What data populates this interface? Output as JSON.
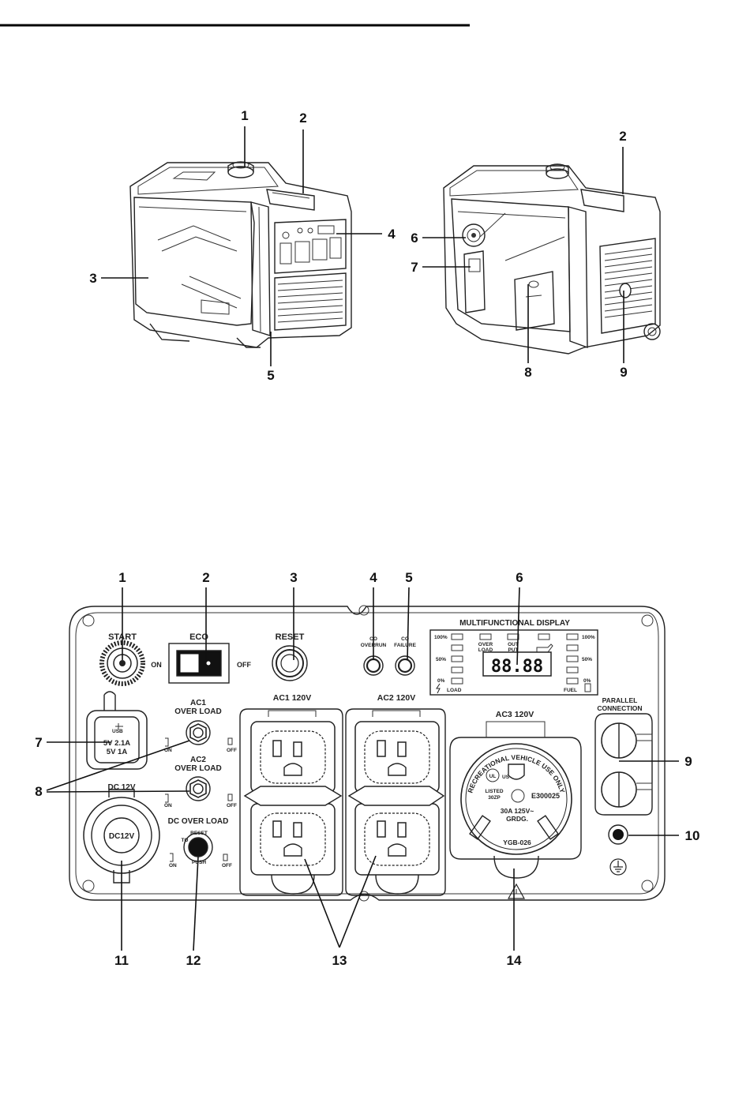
{
  "generator_views": {
    "front_callouts": [
      "1",
      "2",
      "3",
      "4",
      "5"
    ],
    "rear_callouts": [
      "2",
      "6",
      "7",
      "8",
      "9"
    ]
  },
  "panel": {
    "callouts": [
      "1",
      "2",
      "3",
      "4",
      "5",
      "6",
      "7",
      "8",
      "9",
      "10",
      "11",
      "12",
      "13",
      "14"
    ],
    "start_label": "START",
    "eco_label": "ECO",
    "eco_on": "ON",
    "eco_off": "OFF",
    "reset_label": "RESET",
    "co_overrun": [
      "CO",
      "OVERRUN"
    ],
    "co_failure": [
      "CO",
      "FAILURE"
    ],
    "display_title": "MULTIFUNCTIONAL DISPLAY",
    "load_pcts": [
      "100%",
      "50%",
      "0%"
    ],
    "fuel_pcts": [
      "100%",
      "50%",
      "0%"
    ],
    "load_label": "LOAD",
    "fuel_label": "FUEL",
    "over_load": [
      "OVER",
      "LOAD"
    ],
    "out_put": [
      "OUT",
      "PUT"
    ],
    "segment_readout": "88.88",
    "usb_label": "USB",
    "usb_ratings": [
      "5V 2.1A",
      "5V 1A"
    ],
    "ac1_overload": [
      "AC1",
      "OVER LOAD"
    ],
    "ac2_overload": [
      "AC2",
      "OVER LOAD"
    ],
    "switch_on": "ON",
    "switch_off": "OFF",
    "dc_label": "DC 12V",
    "dc_socket": "DC12V",
    "dc_overload": "DC OVER LOAD",
    "dc_reset_ring": [
      "RESET",
      "TO",
      "PUSH"
    ],
    "ac1_label": "AC1 120V",
    "ac2_label": "AC2 120V",
    "ac3_label": "AC3 120V",
    "rv_arc_text": "RECREATIONAL VEHICLE USE ONLY",
    "ul_mark": "UL",
    "ul_us": "US",
    "ul_listed": [
      "LISTED",
      "30ZP"
    ],
    "e_number": "E300025",
    "rating": [
      "30A  125V~",
      "GRDG."
    ],
    "model": "YGB-026",
    "parallel": [
      "PARALLEL",
      "CONNECTION"
    ]
  }
}
